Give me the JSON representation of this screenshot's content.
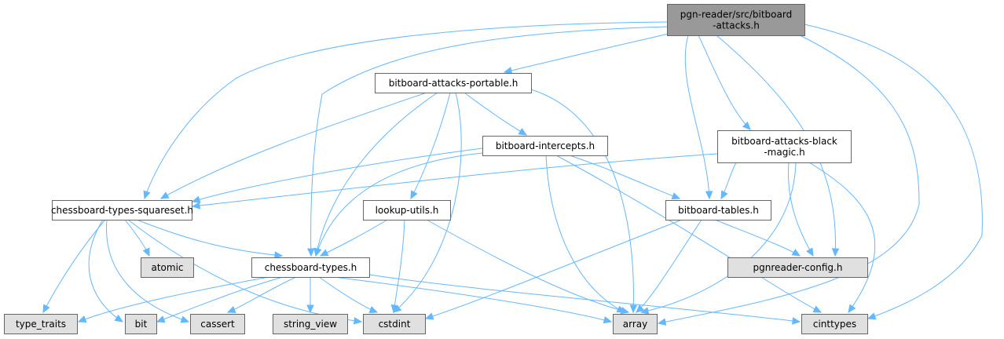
{
  "diagram": {
    "type": "include-dependency-graph",
    "colors": {
      "edge": "#63b8ff",
      "root_fill": "#999999",
      "local_fill": "#ffffff",
      "system_fill": "#e0e0e0",
      "border": "#666666"
    },
    "nodes": [
      {
        "id": "root",
        "label_lines": [
          "pgn-reader/src/bitboard",
          "-attacks.h"
        ],
        "kind": "root"
      },
      {
        "id": "portable",
        "label_lines": [
          "bitboard-attacks-portable.h"
        ],
        "kind": "local"
      },
      {
        "id": "intercepts",
        "label_lines": [
          "bitboard-intercepts.h"
        ],
        "kind": "local"
      },
      {
        "id": "blackmagic",
        "label_lines": [
          "bitboard-attacks-black",
          "-magic.h"
        ],
        "kind": "local"
      },
      {
        "id": "squareset",
        "label_lines": [
          "chessboard-types-squareset.h"
        ],
        "kind": "local"
      },
      {
        "id": "lookup",
        "label_lines": [
          "lookup-utils.h"
        ],
        "kind": "local"
      },
      {
        "id": "tables",
        "label_lines": [
          "bitboard-tables.h"
        ],
        "kind": "local"
      },
      {
        "id": "types",
        "label_lines": [
          "chessboard-types.h"
        ],
        "kind": "local"
      },
      {
        "id": "atomic",
        "label_lines": [
          "atomic"
        ],
        "kind": "system"
      },
      {
        "id": "config",
        "label_lines": [
          "pgnreader-config.h"
        ],
        "kind": "system"
      },
      {
        "id": "type_traits",
        "label_lines": [
          "type_traits"
        ],
        "kind": "system"
      },
      {
        "id": "bit",
        "label_lines": [
          "bit"
        ],
        "kind": "system"
      },
      {
        "id": "cassert",
        "label_lines": [
          "cassert"
        ],
        "kind": "system"
      },
      {
        "id": "string_view",
        "label_lines": [
          "string_view"
        ],
        "kind": "system"
      },
      {
        "id": "cstdint",
        "label_lines": [
          "cstdint"
        ],
        "kind": "system"
      },
      {
        "id": "array",
        "label_lines": [
          "array"
        ],
        "kind": "system"
      },
      {
        "id": "cinttypes",
        "label_lines": [
          "cinttypes"
        ],
        "kind": "system"
      }
    ],
    "edges": [
      {
        "from": "root",
        "to": "portable"
      },
      {
        "from": "root",
        "to": "squareset"
      },
      {
        "from": "root",
        "to": "types"
      },
      {
        "from": "root",
        "to": "blackmagic"
      },
      {
        "from": "root",
        "to": "tables"
      },
      {
        "from": "root",
        "to": "config"
      },
      {
        "from": "root",
        "to": "array"
      },
      {
        "from": "root",
        "to": "cinttypes"
      },
      {
        "from": "portable",
        "to": "squareset"
      },
      {
        "from": "portable",
        "to": "types"
      },
      {
        "from": "portable",
        "to": "lookup"
      },
      {
        "from": "portable",
        "to": "intercepts"
      },
      {
        "from": "portable",
        "to": "cstdint"
      },
      {
        "from": "portable",
        "to": "array"
      },
      {
        "from": "intercepts",
        "to": "squareset"
      },
      {
        "from": "intercepts",
        "to": "types"
      },
      {
        "from": "intercepts",
        "to": "tables"
      },
      {
        "from": "intercepts",
        "to": "array"
      },
      {
        "from": "intercepts",
        "to": "cinttypes"
      },
      {
        "from": "blackmagic",
        "to": "squareset"
      },
      {
        "from": "blackmagic",
        "to": "tables"
      },
      {
        "from": "blackmagic",
        "to": "config"
      },
      {
        "from": "blackmagic",
        "to": "array"
      },
      {
        "from": "blackmagic",
        "to": "cinttypes"
      },
      {
        "from": "squareset",
        "to": "types"
      },
      {
        "from": "squareset",
        "to": "atomic"
      },
      {
        "from": "squareset",
        "to": "type_traits"
      },
      {
        "from": "squareset",
        "to": "bit"
      },
      {
        "from": "squareset",
        "to": "cassert"
      },
      {
        "from": "squareset",
        "to": "cstdint"
      },
      {
        "from": "lookup",
        "to": "types"
      },
      {
        "from": "lookup",
        "to": "cstdint"
      },
      {
        "from": "lookup",
        "to": "array"
      },
      {
        "from": "tables",
        "to": "config"
      },
      {
        "from": "tables",
        "to": "cstdint"
      },
      {
        "from": "tables",
        "to": "array"
      },
      {
        "from": "types",
        "to": "type_traits"
      },
      {
        "from": "types",
        "to": "bit"
      },
      {
        "from": "types",
        "to": "cassert"
      },
      {
        "from": "types",
        "to": "string_view"
      },
      {
        "from": "types",
        "to": "cstdint"
      },
      {
        "from": "types",
        "to": "array"
      },
      {
        "from": "types",
        "to": "cinttypes"
      }
    ]
  }
}
